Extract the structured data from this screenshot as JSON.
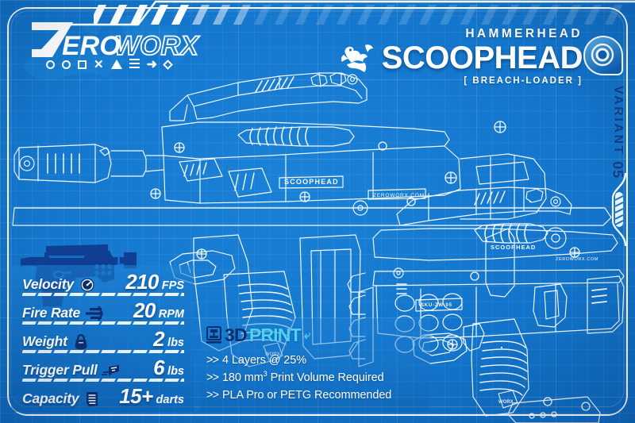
{
  "brand": {
    "name_zero": "ZERO",
    "name_worx": "WORX",
    "wordmark": "ZEROWORX",
    "glyph_icons": [
      "circle-icon",
      "circle-icon",
      "square-icon",
      "x-icon",
      "triangle-icon",
      "bars-icon",
      "arrow-right-icon",
      "diamond-icon"
    ],
    "badge_icon": "circle-o-brand-icon",
    "mascot_icon": "hammerhead-shark-icon"
  },
  "header": {
    "eyebrow": "HAMMERHEAD",
    "model": "SCOOPHEAD",
    "subtitle": "[ BREACH-LOADER ]",
    "shark_icon": "hammerhead-shark-icon",
    "hash_stripes": 26
  },
  "variant": {
    "label": "VARIANT",
    "number": "05"
  },
  "artwork": {
    "main_view_icon": "blaster-blueprint-side-view",
    "secondary_view_icon": "blaster-blueprint-three-quarter-view",
    "silhouette_icon": "blaster-silhouette-icon",
    "decal_primary": "SCOOPHEAD",
    "decal_brand": "ZEROWORX.COM",
    "decal_serial": "SKU-ZW-05"
  },
  "stats": {
    "rows": [
      {
        "label": "Velocity",
        "icon": "speedometer-icon",
        "value": "210",
        "unit": "FPS"
      },
      {
        "label": "Fire Rate",
        "icon": "speed-lines-icon",
        "value": "20",
        "unit": "RPM"
      },
      {
        "label": "Weight",
        "icon": "kettlebell-icon",
        "value": "2",
        "unit": "lbs"
      },
      {
        "label": "Trigger Pull",
        "icon": "trigger-icon",
        "value": "6",
        "unit": "lbs"
      },
      {
        "label": "Capacity",
        "icon": "magazine-icon",
        "value": "15+",
        "unit": "darts"
      }
    ]
  },
  "print": {
    "title_3d": "3D",
    "title_print": "PRINT",
    "printer_icon": "3d-printer-icon",
    "arrow_glyph": "⤶",
    "lines": [
      "4 Layers @ 25%",
      "180 mm³ Print Volume Required",
      "PLA Pro or PETG Recommended"
    ],
    "bullet": ">>"
  },
  "colors": {
    "background_blue": "#1376cc",
    "deep_blue": "#0b56a4",
    "navy": "#0a2f6e",
    "cyan": "#4fd2f7",
    "white": "#ffffff",
    "variant_text": "#0b3f86"
  }
}
